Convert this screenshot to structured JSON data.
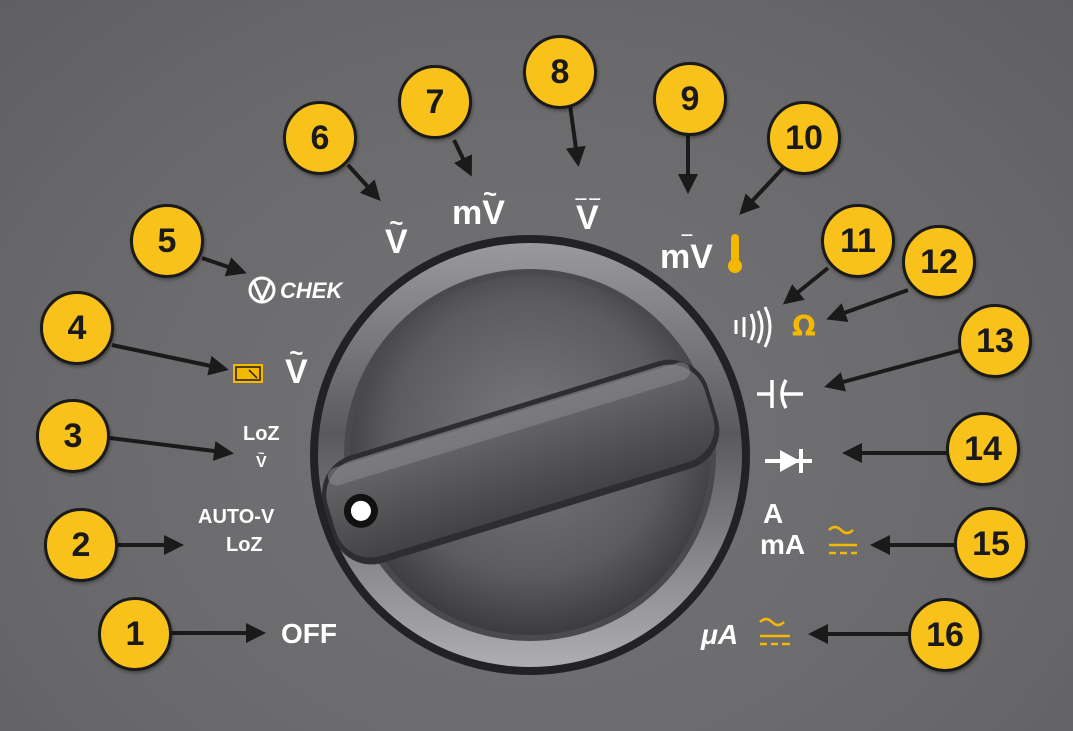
{
  "dial_positions": [
    {
      "number": "1",
      "label": "OFF"
    },
    {
      "number": "2",
      "label_top": "AUTO-V",
      "label_bottom": "LoZ"
    },
    {
      "number": "3",
      "label_top": "LoZ",
      "label_bottom": "V",
      "mark": "~"
    },
    {
      "number": "4",
      "icon": "lo-pass-filter-icon",
      "label": "V",
      "mark": "~"
    },
    {
      "number": "5",
      "icon": "v-chek-icon",
      "label": "CHEK"
    },
    {
      "number": "6",
      "label": "V",
      "mark": "~"
    },
    {
      "number": "7",
      "label": "mV",
      "mark": "~"
    },
    {
      "number": "8",
      "label": "V",
      "mark": "--- ---"
    },
    {
      "number": "9",
      "label": "mV",
      "mark": "---",
      "icon": "thermometer-icon"
    },
    {
      "number": "10"
    },
    {
      "number": "11",
      "icon": "continuity-beeper-icon"
    },
    {
      "number": "12",
      "label": "Ω"
    },
    {
      "number": "13",
      "icon": "capacitor-icon"
    },
    {
      "number": "14",
      "icon": "diode-icon"
    },
    {
      "number": "15",
      "label_top": "A",
      "label_bottom": "mA",
      "icon": "ac-dc-icon"
    },
    {
      "number": "16",
      "label": "μA",
      "icon": "ac-dc-icon"
    }
  ],
  "colors": {
    "background": "#6b6b6d",
    "callout": "#f9c21a",
    "accent": "#f5b800",
    "dial": "#3a3a3c",
    "text": "#ffffff"
  }
}
